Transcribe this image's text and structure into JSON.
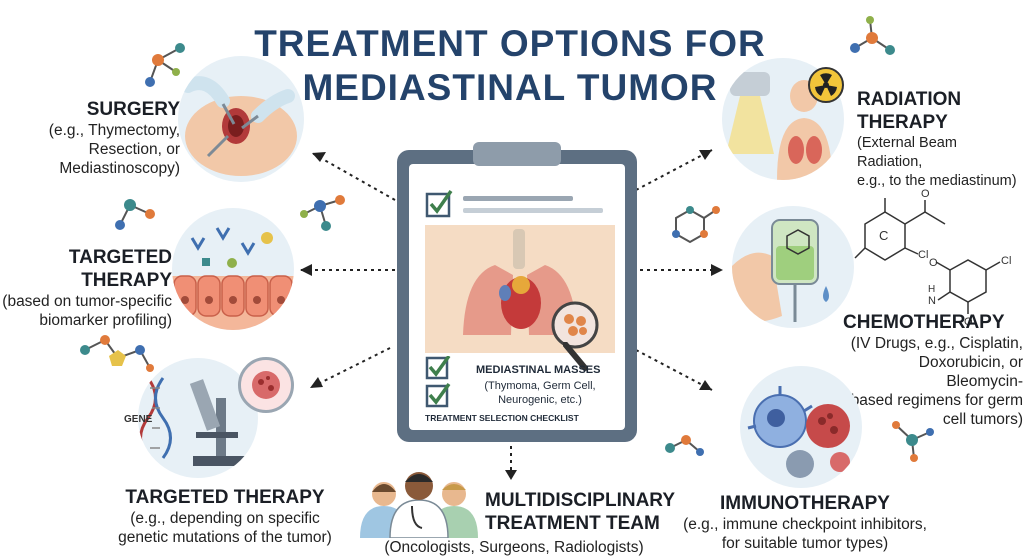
{
  "title": {
    "line1": "TREATMENT OPTIONS FOR",
    "line2": "MEDIASTINAL TUMOR"
  },
  "surgery": {
    "heading": "SURGERY",
    "desc_lines": [
      "(e.g., Thymectomy,",
      "Resection, or",
      "Mediastinoscopy)"
    ]
  },
  "targeted_1": {
    "heading_lines": [
      "TARGETED",
      "THERAPY"
    ],
    "desc_lines": [
      "(based on tumor-specific",
      "biomarker profiling)"
    ]
  },
  "targeted_2": {
    "heading": "TARGETED THERAPY",
    "desc_lines": [
      "(e.g., depending on specific",
      "genetic mutations of the tumor)"
    ],
    "gene_label": "GENE"
  },
  "radiation": {
    "heading_lines": [
      "RADIATION",
      "THERAPY"
    ],
    "desc_lines": [
      "(External Beam Radiation,",
      "e.g., to the mediastinum)"
    ]
  },
  "chemo": {
    "heading": "CHEMOTHERAPY",
    "desc_lines": [
      "(IV Drugs, e.g., Cisplatin,",
      "Doxorubicin, or Bleomycin-",
      "based regimens for germ",
      "cell tumors)"
    ],
    "mol_labels": {
      "c": "C",
      "cl1": "Cl",
      "o1": "O",
      "cl2": "Cl",
      "o2": "O",
      "o3": "O",
      "h": "H",
      "n": "N"
    }
  },
  "immuno": {
    "heading": "IMMUNOTHERAPY",
    "desc_lines": [
      "(e.g., immune checkpoint inhibitors,",
      "for suitable tumor types)"
    ]
  },
  "team": {
    "heading_lines": [
      "MULTIDISCIPLINARY",
      "TREATMENT TEAM"
    ],
    "desc": "(Oncologists, Surgeons, Radiologists)"
  },
  "clipboard": {
    "masses_heading": "MEDIASTINAL MASSES",
    "masses_lines": [
      "(Thymoma, Germ Cell,",
      "Neurogenic, etc.)"
    ],
    "footer": "TREATMENT SELECTION CHECKLIST"
  },
  "colors": {
    "title": "#24436b",
    "circle_bg": "#e7f0f6",
    "check": "#3f7f4c",
    "clipboard_frame": "#5d6f82",
    "molecule_orange": "#e07a3b",
    "molecule_teal": "#3c8a8c",
    "molecule_blue": "#3f6fb0"
  }
}
